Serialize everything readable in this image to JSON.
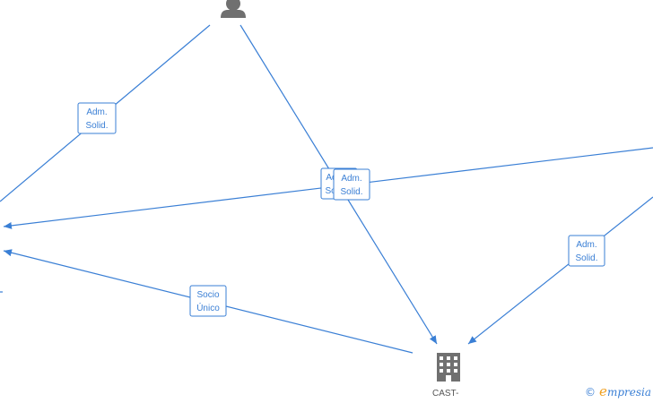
{
  "colors": {
    "edge": "#3a7fd5",
    "node_icon": "#707070",
    "caption": "#555555",
    "brand_orange": "#f0a020"
  },
  "nodes": {
    "person": {
      "icon": "person-icon"
    },
    "company": {
      "icon": "building-icon",
      "caption": "CAST-"
    }
  },
  "edge_labels": {
    "adm_solid_left": [
      "Adm.",
      "Solid."
    ],
    "adm_solid_center_back": [
      "Adm.",
      "Solid."
    ],
    "adm_solid_center_front": [
      "Adm.",
      "Solid."
    ],
    "adm_solid_right": [
      "Adm.",
      "Solid."
    ],
    "socio_unico": [
      "Socio",
      "Único"
    ]
  },
  "watermark": {
    "copyright": "©",
    "brand_initial": "e",
    "brand_rest": "mpresia"
  }
}
